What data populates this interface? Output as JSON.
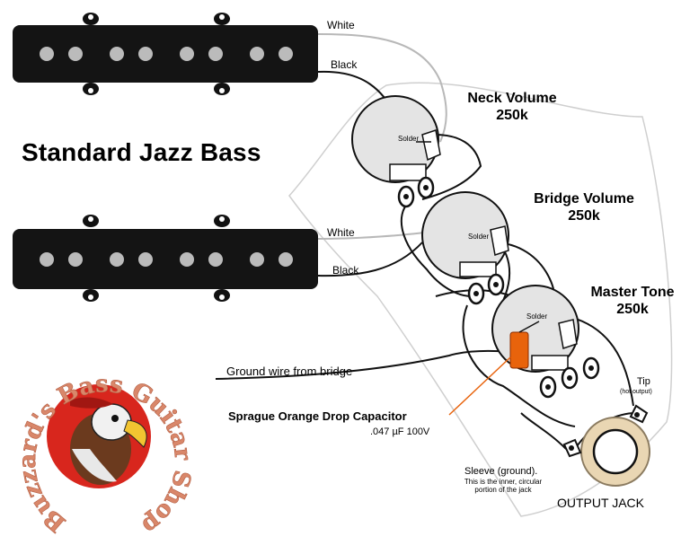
{
  "title": "Standard Jazz Bass",
  "wire_labels": {
    "neck_white": "White",
    "neck_black": "Black",
    "bridge_white": "White",
    "bridge_black": "Black",
    "ground": "Ground wire from bridge"
  },
  "controls": {
    "neck_volume": {
      "name": "Neck Volume",
      "value": "250k"
    },
    "bridge_volume": {
      "name": "Bridge Volume",
      "value": "250k"
    },
    "master_tone": {
      "name": "Master Tone",
      "value": "250k"
    },
    "solder_label": "Solder"
  },
  "capacitor": {
    "name": "Sprague Orange Drop Capacitor",
    "spec": ".047 µF 100V"
  },
  "jack": {
    "name": "OUTPUT JACK",
    "tip_label": "Tip",
    "tip_note": "(hot output)",
    "sleeve_label": "Sleeve (ground).",
    "sleeve_note": "This is the inner, circular portion of the jack"
  },
  "logo": {
    "text": "Buzzard's Bass Guitar Shop"
  },
  "colors": {
    "wire": "#111111",
    "white_wire": "#b8b8b8",
    "pot_face": "#e4e4e4",
    "logo_text": "#d9876a",
    "logo_red": "#d8261d",
    "capacitor": "#e8630c",
    "jack_ring": "#e9d6b3"
  }
}
